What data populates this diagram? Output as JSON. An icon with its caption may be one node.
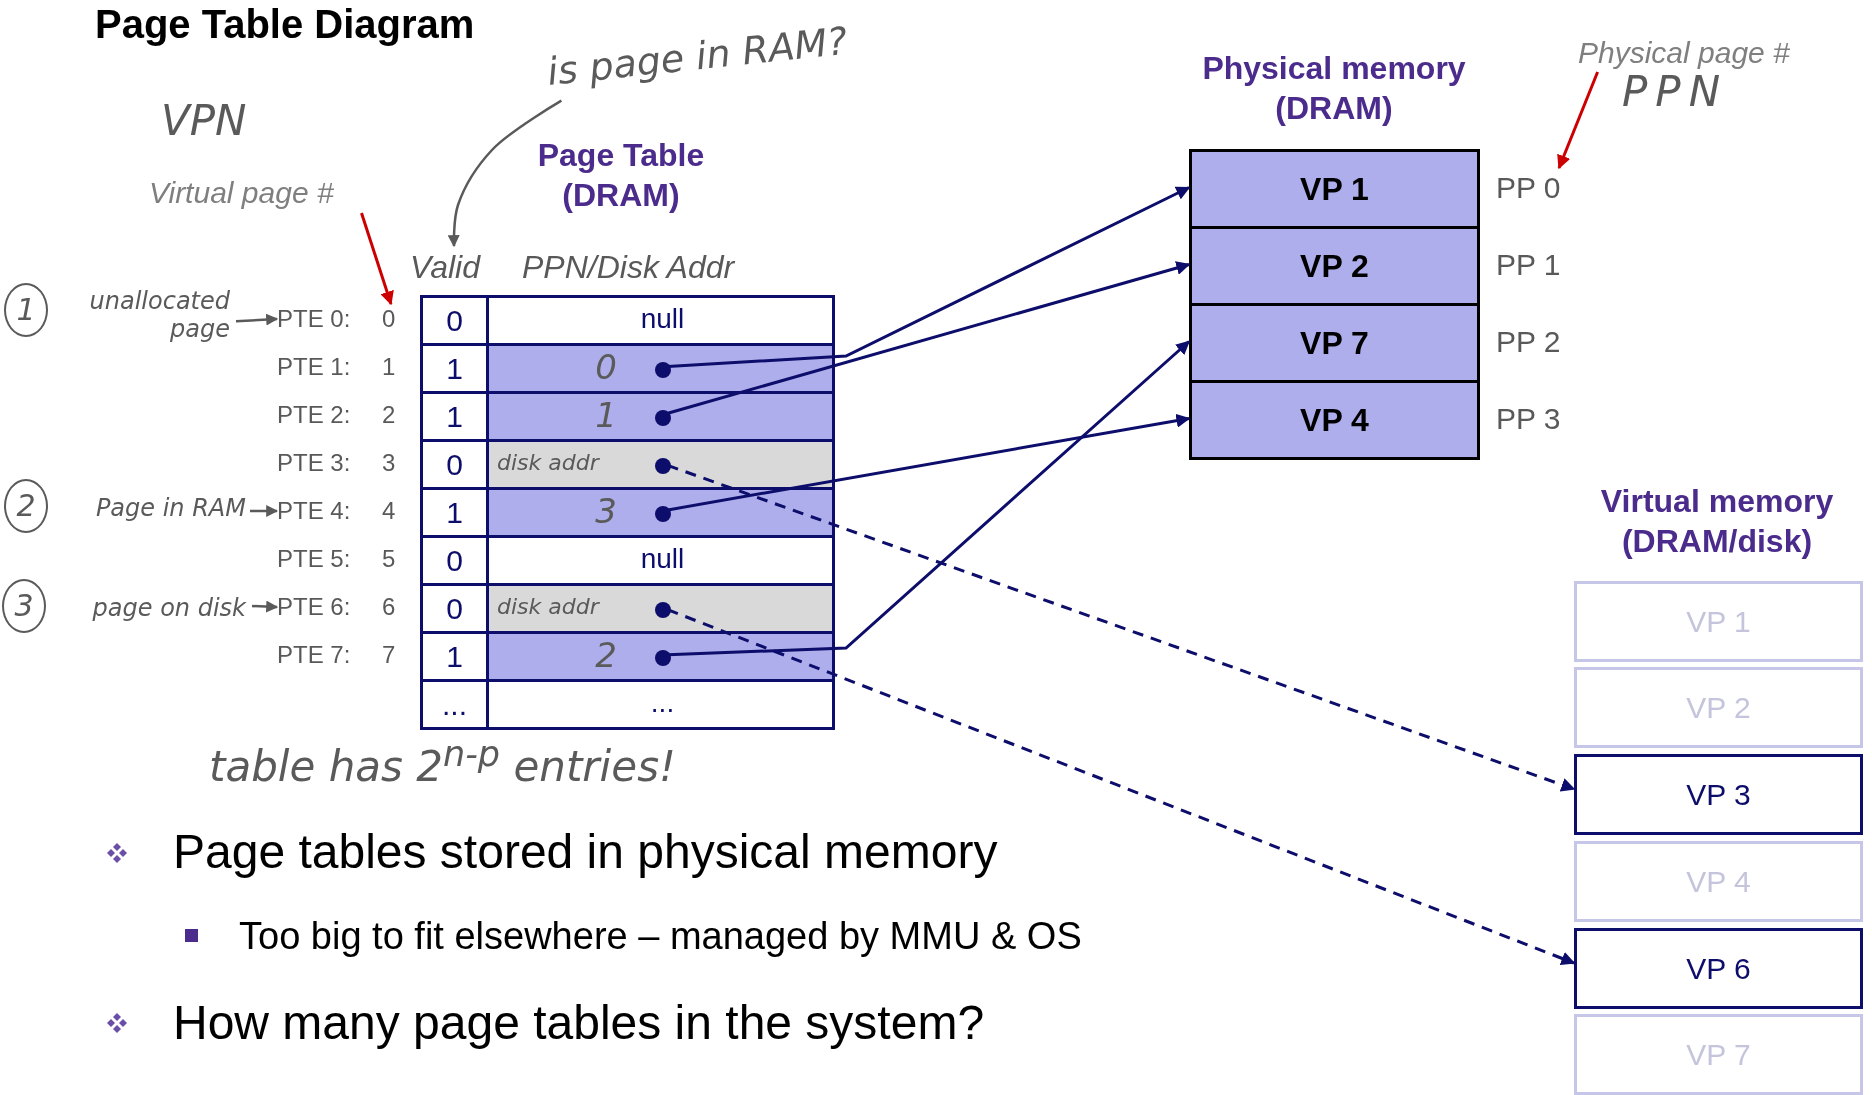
{
  "diagram": {
    "title": "Page Table Diagram",
    "nodes": [
      {
        "text": [
          "is page in RAM?"
        ]
      },
      {
        "text": [
          "Valid"
        ]
      },
      {
        "text": [
          "Virtual page #"
        ]
      },
      {
        "text": [
          "Physical page #"
        ]
      },
      {
        "text": [
          "1",
          "unallocated page"
        ]
      },
      {
        "text": [
          "2",
          "Page in RAM"
        ]
      },
      {
        "text": [
          "3",
          "page on disk"
        ]
      },
      {
        "text": [
          "0"
        ]
      },
      {
        "text": [
          "null"
        ]
      },
      {
        "text": [
          "1"
        ]
      },
      {
        "text": [
          "0"
        ]
      },
      {
        "text": [],
        "shape": "circle",
        "in": 10
      },
      {
        "text": [
          "1"
        ]
      },
      {
        "text": [
          "1"
        ]
      },
      {
        "text": [],
        "shape": "circle",
        "in": 13
      },
      {
        "text": [
          "0"
        ]
      },
      {
        "text": [
          "disk addr"
        ]
      },
      {
        "text": [],
        "shape": "circle",
        "in": 16
      },
      {
        "text": [
          "1"
        ]
      },
      {
        "text": [
          "3"
        ]
      },
      {
        "text": [],
        "shape": "circle",
        "in": 19
      },
      {
        "text": [
          "0"
        ]
      },
      {
        "text": [
          "null"
        ]
      },
      {
        "text": [
          "0"
        ]
      },
      {
        "text": [
          "disk addr"
        ]
      },
      {
        "text": [],
        "shape": "circle",
        "in": 24
      },
      {
        "text": [
          "1"
        ]
      },
      {
        "text": [
          "2"
        ]
      },
      {
        "text": [],
        "shape": "circle",
        "in": 27
      },
      {
        "text": [
          "..."
        ]
      },
      {
        "text": [
          "..."
        ]
      },
      {
        "text": [
          "VP 1"
        ]
      },
      {
        "text": [
          "VP 2"
        ]
      },
      {
        "text": [
          "VP 7"
        ]
      },
      {
        "text": [
          "VP 4"
        ]
      },
      {
        "text": [
          "VP 1"
        ]
      },
      {
        "text": [
          "VP 2"
        ]
      },
      {
        "text": [
          "VP 3"
        ]
      },
      {
        "text": [
          "VP 4"
        ]
      },
      {
        "text": [
          "VP 6"
        ]
      },
      {
        "text": [
          "VP 7"
        ]
      },
      {
        "text": [
          "PTE 0:"
        ]
      },
      {
        "text": [
          "PTE 1:"
        ]
      },
      {
        "text": [
          "PTE 2:"
        ]
      },
      {
        "text": [
          "PTE 3:"
        ]
      },
      {
        "text": [
          "PTE 4:"
        ]
      },
      {
        "text": [
          "PTE 5:"
        ]
      },
      {
        "text": [
          "PTE 6:"
        ]
      },
      {
        "text": [
          "PTE 7:"
        ]
      },
      {
        "text": [
          "0"
        ]
      },
      {
        "text": [
          "1"
        ]
      },
      {
        "text": [
          "2"
        ]
      },
      {
        "text": [
          "3"
        ]
      },
      {
        "text": [
          "4"
        ]
      },
      {
        "text": [
          "5"
        ]
      },
      {
        "text": [
          "6"
        ]
      },
      {
        "text": [
          "7"
        ]
      },
      {
        "text": [
          "PP 0"
        ]
      },
      {
        "text": [
          "PP 1"
        ]
      },
      {
        "text": [
          "PP 2"
        ]
      },
      {
        "text": [
          "PP 3"
        ]
      }
    ],
    "edges": [
      {
        "from": 11,
        "to": 31,
        "arrow": "to"
      },
      {
        "from": 14,
        "to": 32,
        "arrow": "to"
      },
      {
        "from": 17,
        "to": 37,
        "arrow": "to",
        "style": "dashed"
      },
      {
        "from": 20,
        "to": 34,
        "arrow": "to"
      },
      {
        "from": 25,
        "to": 39,
        "arrow": "to",
        "style": "dashed"
      },
      {
        "from": 28,
        "to": 33,
        "arrow": "to"
      },
      {
        "from": 0,
        "to": 1,
        "arrow": "to",
        "color": "#5a5a5a"
      },
      {
        "from": 2,
        "to": 49,
        "arrow": "to",
        "color": "#cc0000"
      },
      {
        "from": 3,
        "to": 57,
        "arrow": "to",
        "color": "#cc0000"
      },
      {
        "from": 4,
        "to": 41,
        "arrow": "to",
        "color": "#5a5a5a"
      },
      {
        "from": 5,
        "to": 45,
        "arrow": "to",
        "color": "#5a5a5a"
      },
      {
        "from": 6,
        "to": 47,
        "arrow": "to",
        "color": "#5a5a5a"
      }
    ],
    "labels": [
      "Page Table (DRAM)",
      "Physical memory (DRAM)",
      "VPN",
      "PPN",
      "PPN/Disk Addr",
      "Virtual memory (DRAM/disk)",
      "table has 2$^{n-p}$ entries!",
      "Page tables stored in physical memory",
      "Too big to fit elsewhere – managed by MMU & OS",
      "How many page tables in the system?"
    ]
  }
}
